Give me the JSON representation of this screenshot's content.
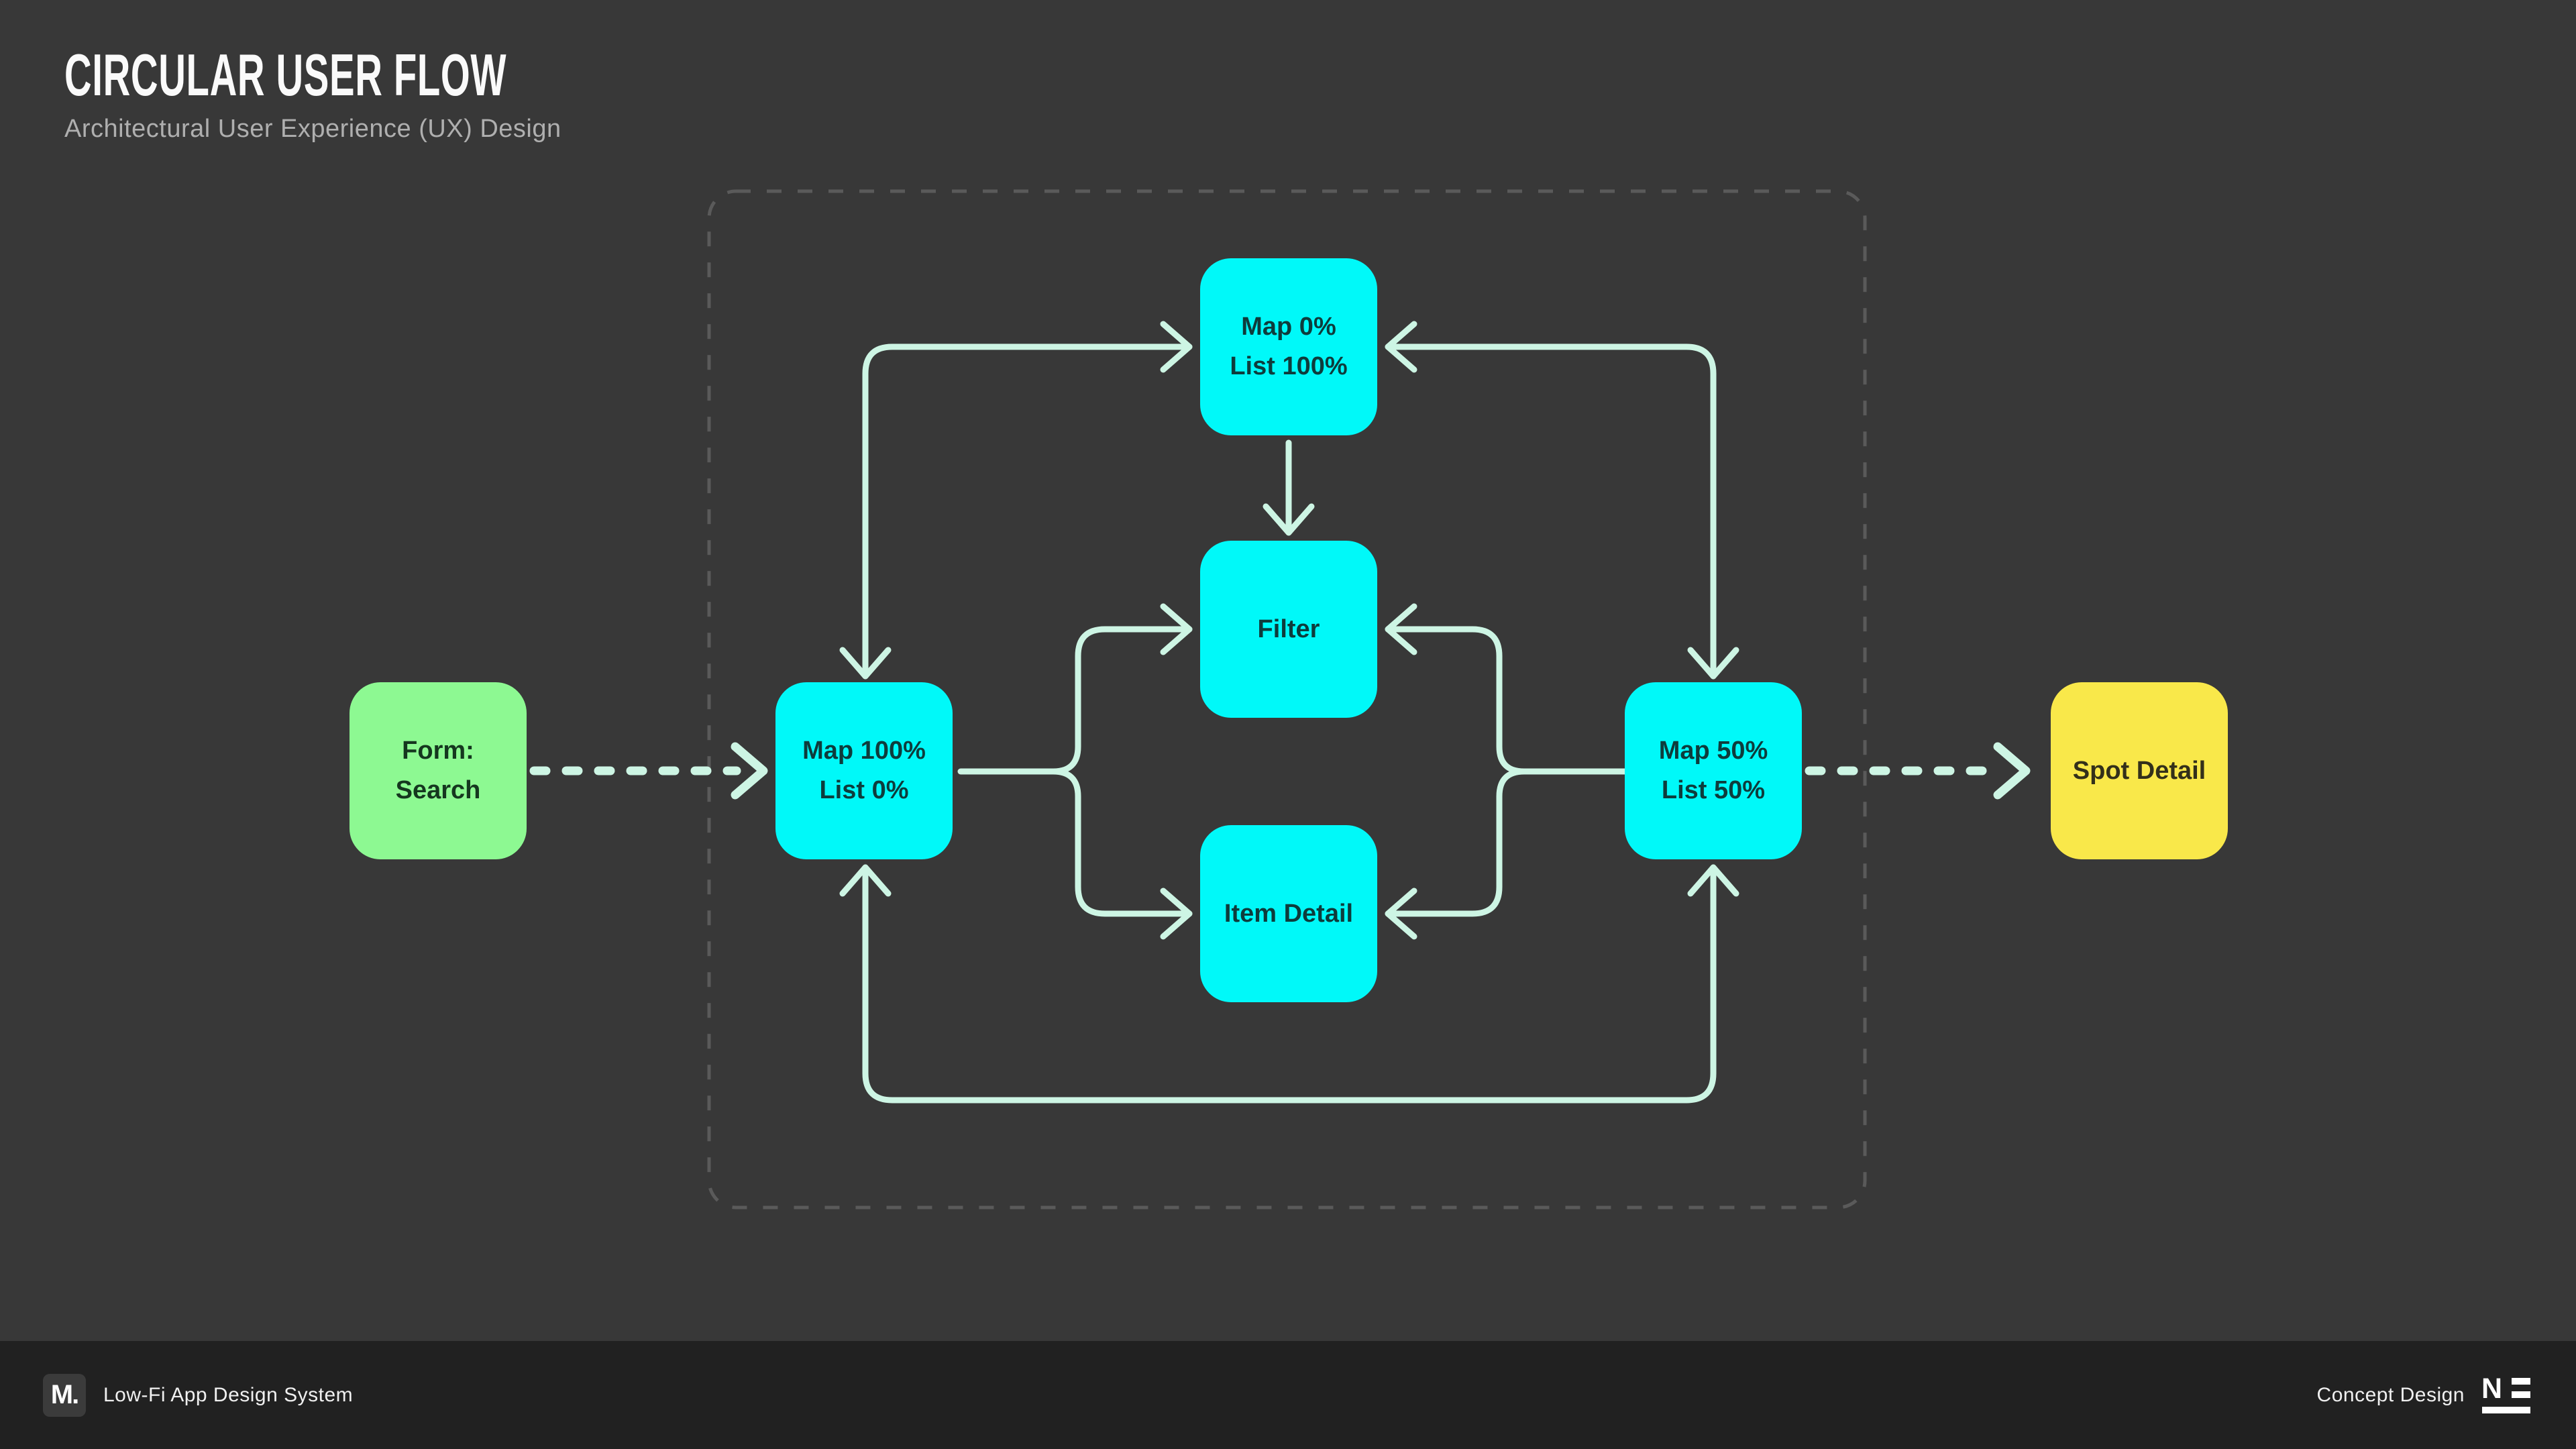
{
  "header": {
    "title": "CIRCULAR USER FLOW",
    "subtitle": "Architectural User Experience (UX) Design"
  },
  "flow": {
    "nodes": {
      "form": {
        "line1": "Form:",
        "line2": "Search",
        "color": "#8DF992"
      },
      "map100": {
        "line1": "Map 100%",
        "line2": "List 0%",
        "color": "#00F9F9"
      },
      "map0": {
        "line1": "Map 0%",
        "line2": "List 100%",
        "color": "#00F9F9"
      },
      "filter": {
        "line1": "Filter",
        "color": "#00F9F9"
      },
      "item": {
        "line1": "Item Detail",
        "color": "#00F9F9"
      },
      "map50": {
        "line1": "Map 50%",
        "line2": "List 50%",
        "color": "#00F9F9"
      },
      "spot": {
        "line1": "Spot Detail",
        "color": "#F9E84A"
      }
    },
    "edges": [
      {
        "from": "form",
        "to": "map100",
        "style": "dashed",
        "direction": "one-way"
      },
      {
        "from": "map100",
        "to": "map0",
        "style": "solid",
        "direction": "two-way"
      },
      {
        "from": "map0",
        "to": "map50",
        "style": "solid",
        "direction": "two-way"
      },
      {
        "from": "map0",
        "to": "filter",
        "style": "solid",
        "direction": "one-way"
      },
      {
        "from": "map100",
        "to": "filter",
        "style": "solid",
        "direction": "one-way"
      },
      {
        "from": "map100",
        "to": "item",
        "style": "solid",
        "direction": "one-way"
      },
      {
        "from": "map50",
        "to": "filter",
        "style": "solid",
        "direction": "one-way"
      },
      {
        "from": "map50",
        "to": "item",
        "style": "solid",
        "direction": "one-way"
      },
      {
        "from": "map100",
        "to": "map50",
        "style": "solid",
        "direction": "two-way",
        "via": "bottom loop"
      },
      {
        "from": "map50",
        "to": "spot",
        "style": "dashed",
        "direction": "one-way"
      }
    ]
  },
  "footer": {
    "left_logo": "M.",
    "left_text": "Low-Fi App Design System",
    "right_text": "Concept Design",
    "right_logo_letter": "N"
  },
  "theme": {
    "bg": "#383838",
    "footer_bg": "#212121",
    "node_cyan": "#00F9F9",
    "node_green": "#8DF992",
    "node_yellow": "#F9E84A",
    "arrow": "#CDF5E4",
    "dashed_border": "#5A5A5A",
    "title": "#FAFAFA",
    "subtitle": "#AFAFAF",
    "text_on_cyan": "#0E3C3C",
    "text_on_green": "#15371F",
    "text_on_yellow": "#33301A",
    "footer_text": "#F0F0F0",
    "logo_box": "#3B3B3B"
  }
}
